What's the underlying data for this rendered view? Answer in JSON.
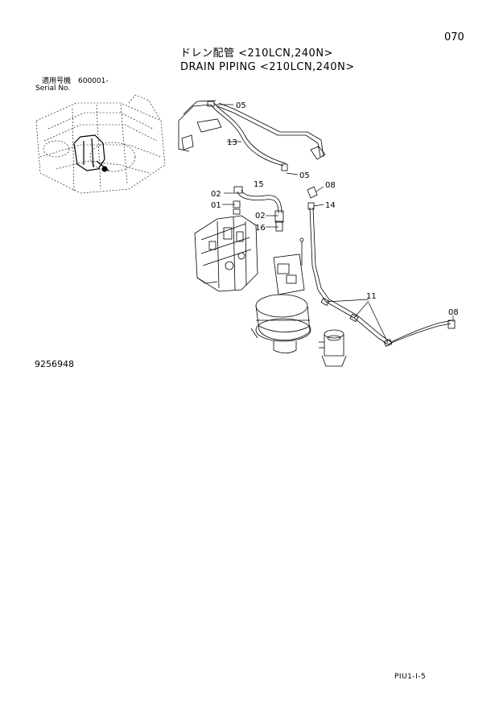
{
  "page_number": "070",
  "title_jp": "ドレン配管 <210LCN,240N>",
  "title_en": "DRAIN PIPING <210LCN,240N>",
  "serial": {
    "label": "適用号機　600001-",
    "sub": "Serial No."
  },
  "drawing_id": "9256948",
  "page_code": "PIU1-I-5",
  "callouts": {
    "c05a": "05",
    "c13": "13",
    "c05b": "05",
    "c08a": "08",
    "c02a": "02",
    "c15": "15",
    "c01": "01",
    "c14": "14",
    "c02b": "02",
    "c16": "16",
    "c11": "11",
    "c08b": "08"
  }
}
